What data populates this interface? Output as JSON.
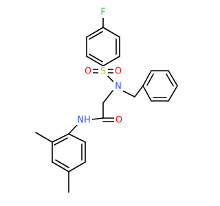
{
  "molecule": {
    "colors": {
      "bond": "#000000",
      "F": "#33cc33",
      "S": "#cccc00",
      "O": "#ff0d0d",
      "N": "#3050f8"
    },
    "atoms": [
      {
        "id": "f1",
        "label": "F",
        "element": "F"
      },
      {
        "id": "s1",
        "label": "S",
        "element": "S"
      },
      {
        "id": "o1",
        "label": "O",
        "element": "O"
      },
      {
        "id": "o2",
        "label": "O",
        "element": "O"
      },
      {
        "id": "n1",
        "label": "N",
        "element": "N"
      },
      {
        "id": "o3",
        "label": "O",
        "element": "O"
      },
      {
        "id": "nh",
        "label": "NH",
        "element": "N"
      }
    ]
  }
}
